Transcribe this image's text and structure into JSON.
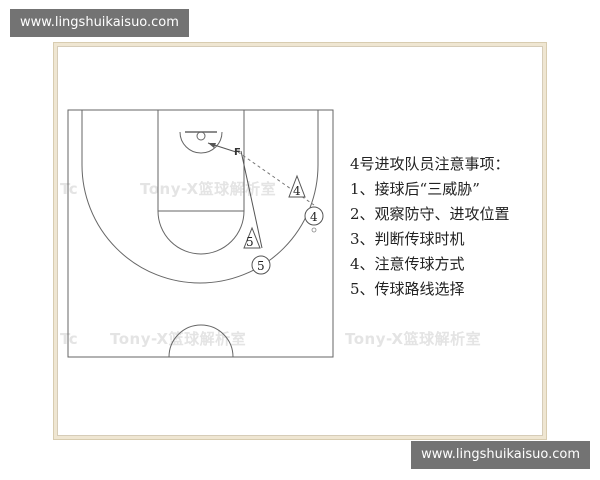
{
  "watermark": {
    "site": "www.lingshuikaisuo.com"
  },
  "bg_watermark": {
    "text": "Tony-X篮球解析室"
  },
  "players": [
    {
      "label": "4"
    },
    {
      "label": "4"
    },
    {
      "label": "5"
    },
    {
      "label": "5"
    }
  ],
  "notes": {
    "title": "4号进攻队员注意事项：",
    "items": [
      "1、接球后“三威胁”",
      "2、观察防守、进攻位置",
      "3、判断传球时机",
      "4、注意传球方式",
      "5、传球路线选择"
    ]
  }
}
